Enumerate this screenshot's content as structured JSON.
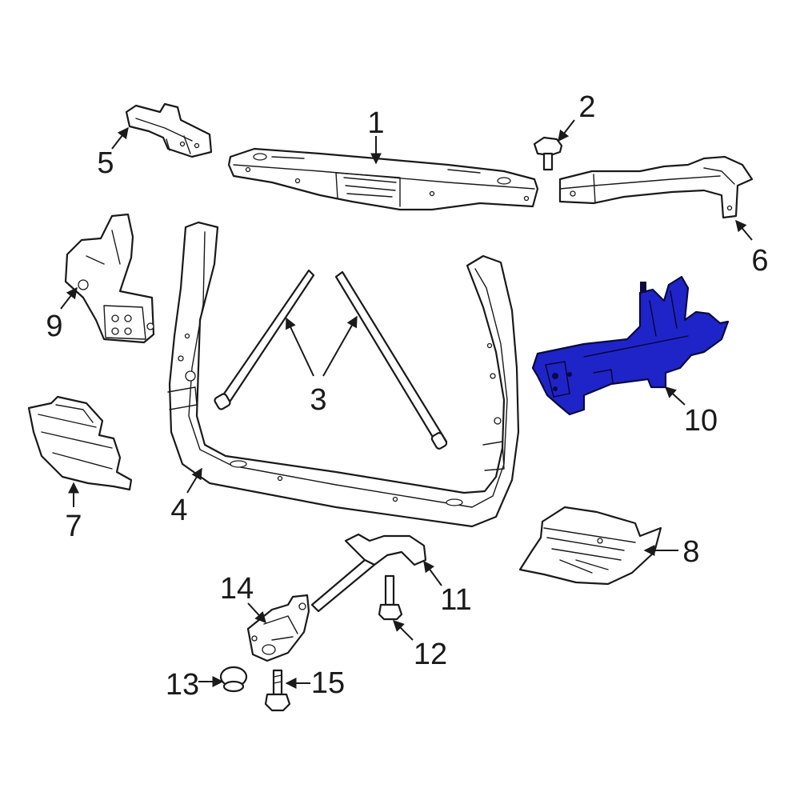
{
  "colors": {
    "highlight": "#1f24c8",
    "line": "#1a1a1a",
    "background": "#ffffff"
  },
  "callouts": {
    "c1": "1",
    "c2": "2",
    "c3": "3",
    "c4": "4",
    "c5": "5",
    "c6": "6",
    "c7": "7",
    "c8": "8",
    "c9": "9",
    "c10": "10",
    "c11": "11",
    "c12": "12",
    "c13": "13",
    "c14": "14",
    "c15": "15"
  },
  "highlighted_part": "10"
}
